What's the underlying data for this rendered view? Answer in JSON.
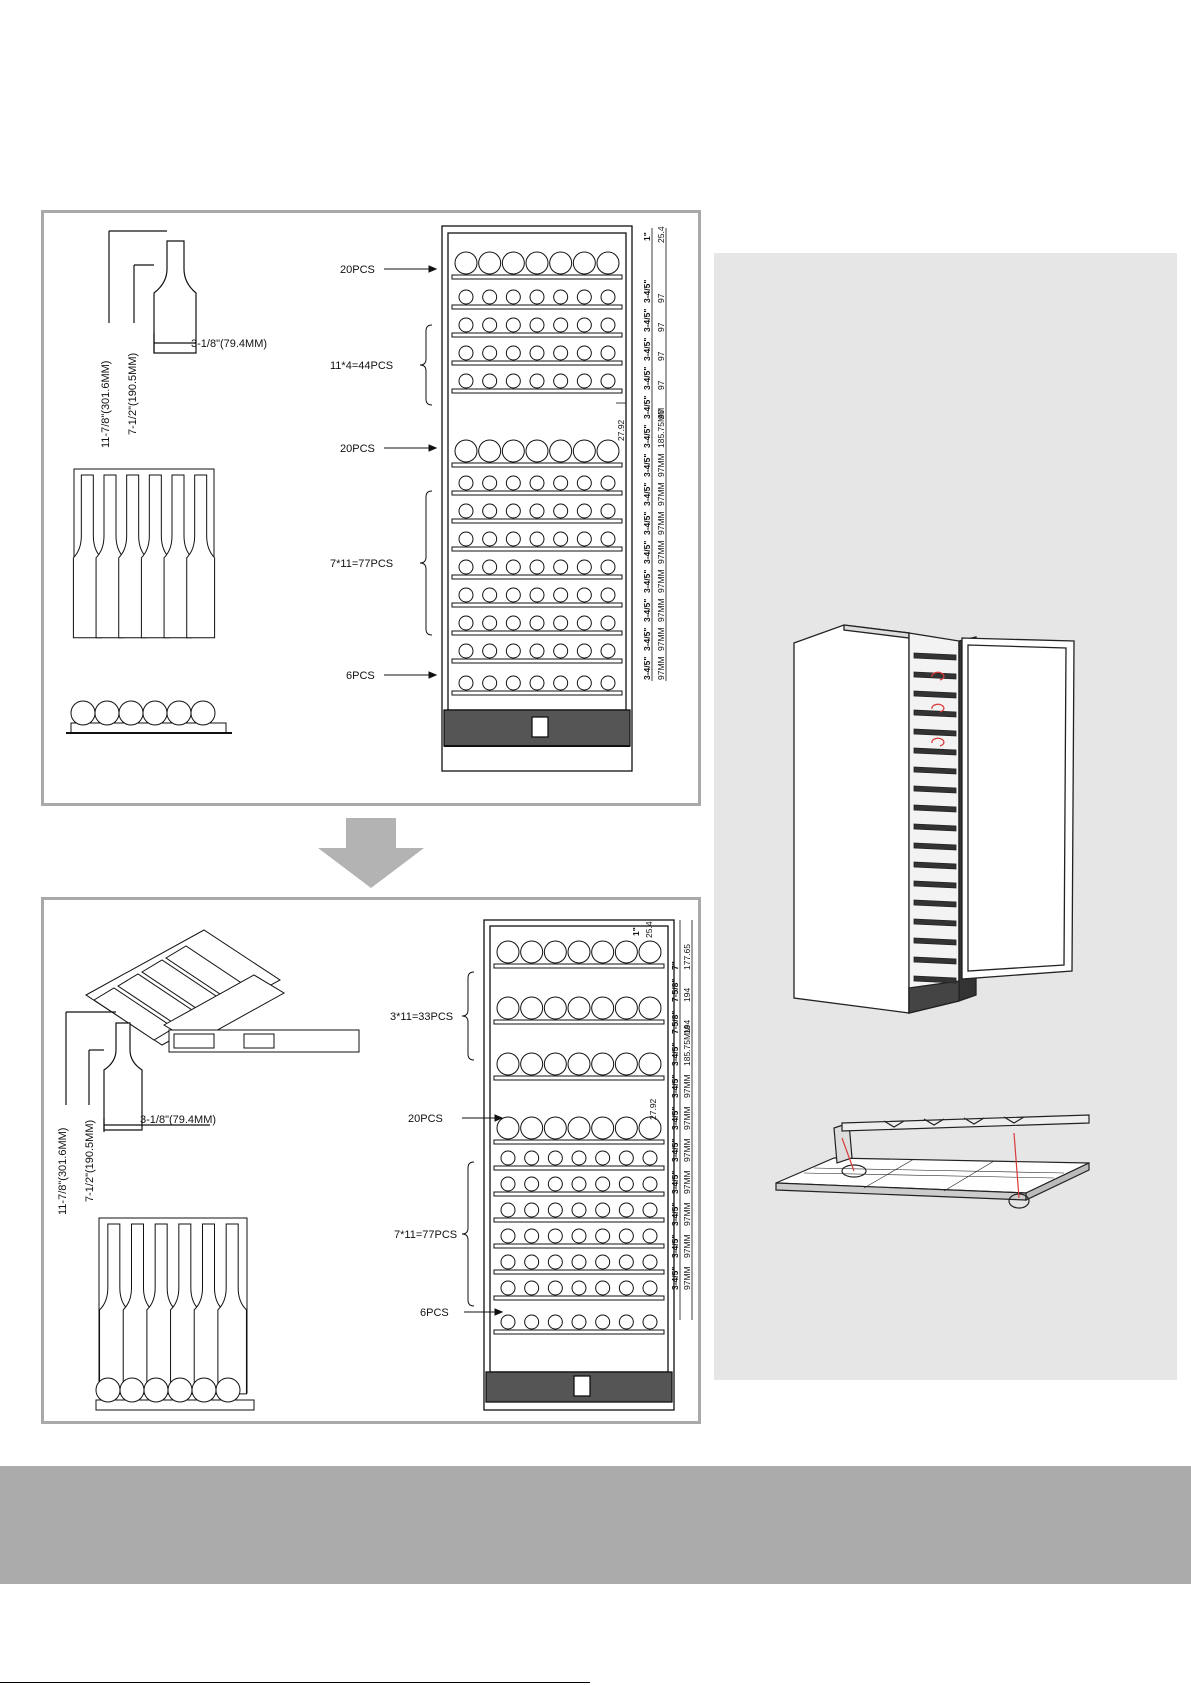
{
  "top_panel": {
    "bottle": {
      "height_outer": "11-7/8\"(301.6MM)",
      "height_inner": "7-1/2\"(190.5MM)",
      "diameter": "3-1/8\"(79.4MM)"
    },
    "callouts": [
      "20PCS",
      "11*4=44PCS",
      "20PCS",
      "7*11=77PCS",
      "6PCS"
    ],
    "top_dim": {
      "inch": "1\"",
      "mm": "25.4"
    },
    "right_dims": [
      {
        "inch": "3-4/5\"",
        "mm": "97"
      },
      {
        "inch": "3-4/5\"",
        "mm": "97"
      },
      {
        "inch": "3-4/5\"",
        "mm": "97"
      },
      {
        "inch": "3-4/5\"",
        "mm": "97"
      },
      {
        "inch": "3-4/5\"",
        "mm": "97"
      },
      {
        "inch": "3-4/5\"",
        "mm": "185.75MM"
      },
      {
        "inch": "3-4/5\"",
        "mm": "97MM"
      },
      {
        "inch": "3-4/5\"",
        "mm": "97MM"
      },
      {
        "inch": "3-4/5\"",
        "mm": "97MM"
      },
      {
        "inch": "3-4/5\"",
        "mm": "97MM"
      },
      {
        "inch": "3-4/5\"",
        "mm": "97MM"
      },
      {
        "inch": "3-4/5\"",
        "mm": "97MM"
      },
      {
        "inch": "3-4/5\"",
        "mm": "97MM"
      },
      {
        "inch": "3-4/5\"",
        "mm": "97MM"
      }
    ],
    "gap_dim": "27.92"
  },
  "bottom_panel": {
    "bottle": {
      "height_outer": "11-7/8\"(301.6MM)",
      "height_inner": "7-1/2\"(190.5MM)",
      "diameter": "3-1/8\"(79.4MM)"
    },
    "callouts": [
      "3*11=33PCS",
      "20PCS",
      "7*11=77PCS",
      "6PCS"
    ],
    "top_dim": {
      "inch": "1\"",
      "mm": "25.4"
    },
    "right_dims": [
      {
        "inch": "7\"",
        "mm": "177.65"
      },
      {
        "inch": "7-5/8\"",
        "mm": "194"
      },
      {
        "inch": "7-5/8\"",
        "mm": "194"
      },
      {
        "inch": "3-4/5\"",
        "mm": "185.75MM"
      },
      {
        "inch": "3-4/5\"",
        "mm": "97MM"
      },
      {
        "inch": "3-4/5\"",
        "mm": "97MM"
      },
      {
        "inch": "3-4/5\"",
        "mm": "97MM"
      },
      {
        "inch": "3-4/5\"",
        "mm": "97MM"
      },
      {
        "inch": "3-4/5\"",
        "mm": "97MM"
      },
      {
        "inch": "3-4/5\"",
        "mm": "97MM"
      },
      {
        "inch": "3-4/5\"",
        "mm": "97MM"
      }
    ],
    "gap_dim": "27.92"
  },
  "colors": {
    "panel_border": "#a9a9a9",
    "arrow": "#b3b3b3",
    "side_panel_bg": "#e6e6e6",
    "footer_band": "#ababab",
    "accent_red": "#d83a3a"
  }
}
